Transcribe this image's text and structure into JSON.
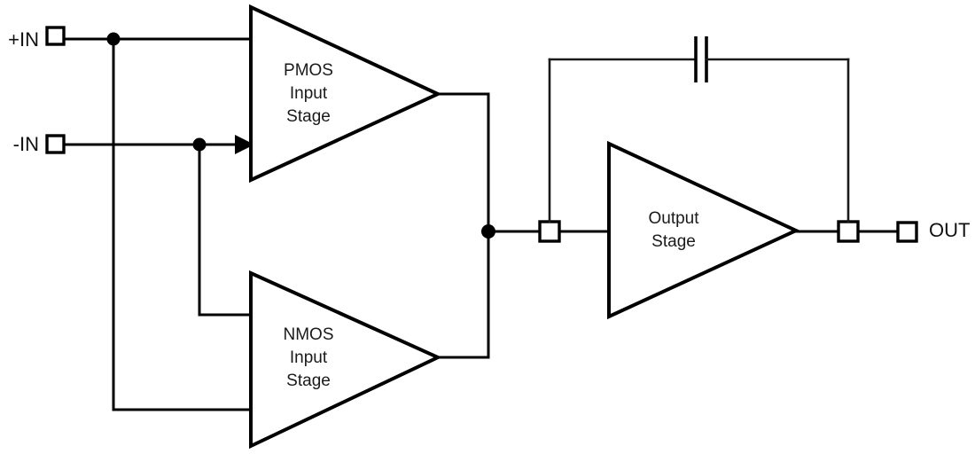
{
  "diagram": {
    "title": "Rail-to-rail op-amp input/output stage block diagram",
    "background_color": "#ffffff",
    "line_color": "#000000",
    "text_color": "#1a1a1a"
  },
  "pins": {
    "positive_input": {
      "label": "+IN",
      "terminal_name": "terminal-square"
    },
    "negative_input": {
      "label": "-IN",
      "terminal_name": "terminal-square"
    },
    "output": {
      "label": "OUT",
      "terminal_name": "terminal-square"
    }
  },
  "blocks": [
    {
      "id": "pmos-input-stage",
      "line1": "PMOS",
      "line2": "Input",
      "line3": "Stage"
    },
    {
      "id": "nmos-input-stage",
      "line1": "NMOS",
      "line2": "Input",
      "line3": "Stage"
    },
    {
      "id": "output-stage",
      "line1": "Output",
      "line2": "Stage",
      "line3": ""
    }
  ],
  "components": {
    "compensation_capacitor": {
      "name": "capacitor",
      "symbol": "two-parallel-plates"
    },
    "summing_node": {
      "name": "junction-dot"
    },
    "inverting_arrow": {
      "name": "arrow-head"
    }
  },
  "nodes": {
    "input_node_positive": "junction-dot",
    "input_node_negative": "junction-dot",
    "summing_node": "junction-dot"
  }
}
